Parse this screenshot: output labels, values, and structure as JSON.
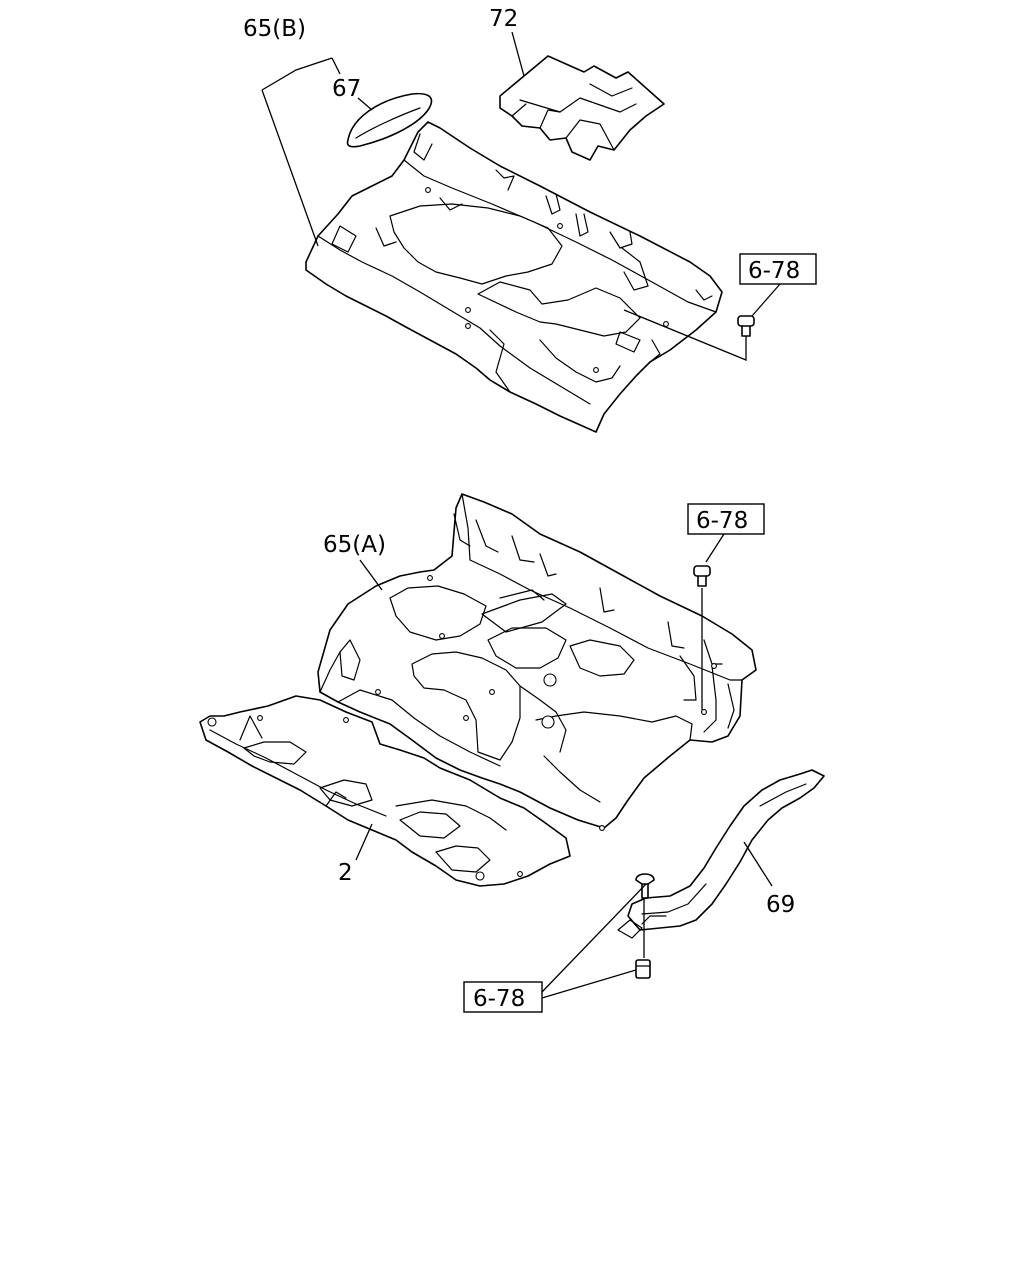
{
  "callouts": {
    "c65b": "65(B)",
    "c67": "67",
    "c72": "72",
    "c65a": "65(A)",
    "c2": "2",
    "c69": "69"
  },
  "references": {
    "ref_top": "6-78",
    "ref_mid": "6-78",
    "ref_bottom": "6-78"
  }
}
